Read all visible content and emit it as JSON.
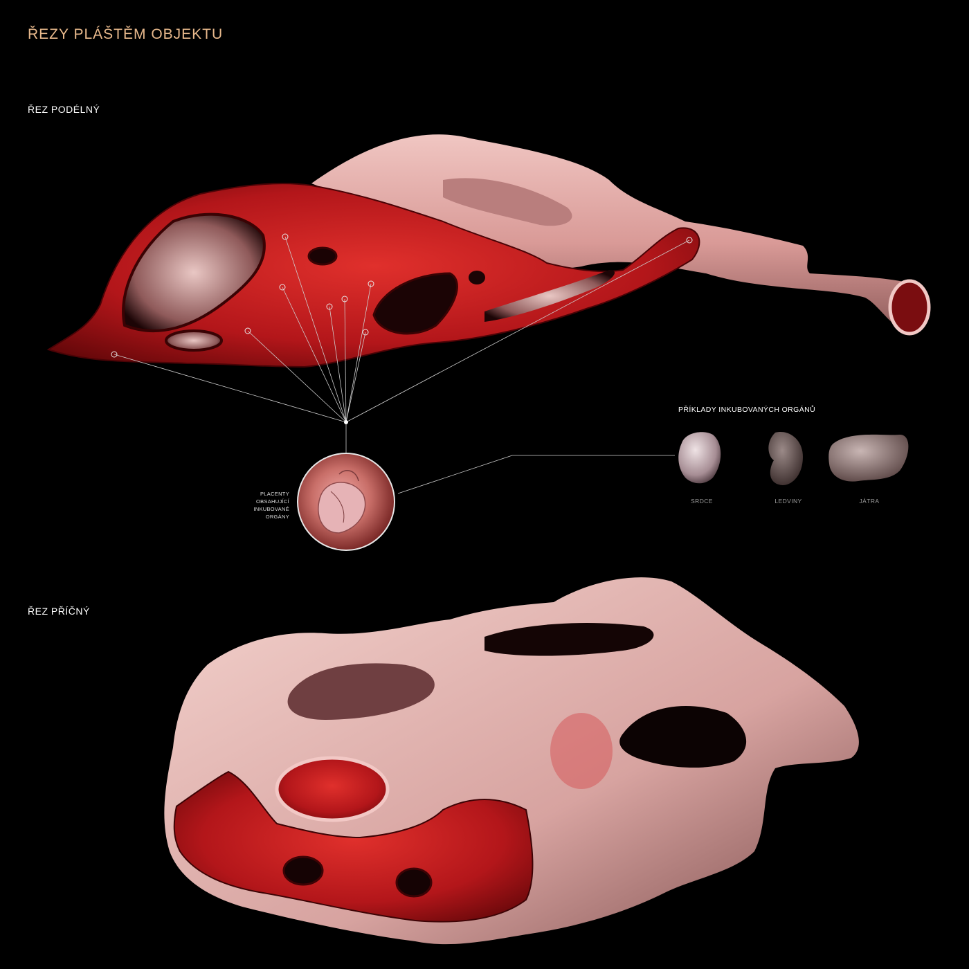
{
  "title": "ŘEZY PLÁŠTĚM OBJEKTU",
  "sections": {
    "longitudinal": "ŘEZ PODÉLNÝ",
    "cross": "ŘEZ PŘÍČNÝ"
  },
  "placenta_caption": [
    "PLACENTY",
    "OBSAHUJÍCÍ",
    "INKUBOVANÉ",
    "ORGÁNY"
  ],
  "organs": {
    "title": "PŘÍKLADY INKUBOVANÝCH ORGÁNŮ",
    "items": [
      {
        "label": "SRDCE",
        "icon": "heart-organ"
      },
      {
        "label": "LEDVINY",
        "icon": "kidney-organ"
      },
      {
        "label": "JÁTRA",
        "icon": "liver-organ"
      }
    ]
  },
  "colors": {
    "background": "#000000",
    "title": "#e8b98c",
    "tissue_outer": "#e7b6b4",
    "tissue_section": "#c0191b",
    "leader_lines": "#cfcfcf"
  }
}
